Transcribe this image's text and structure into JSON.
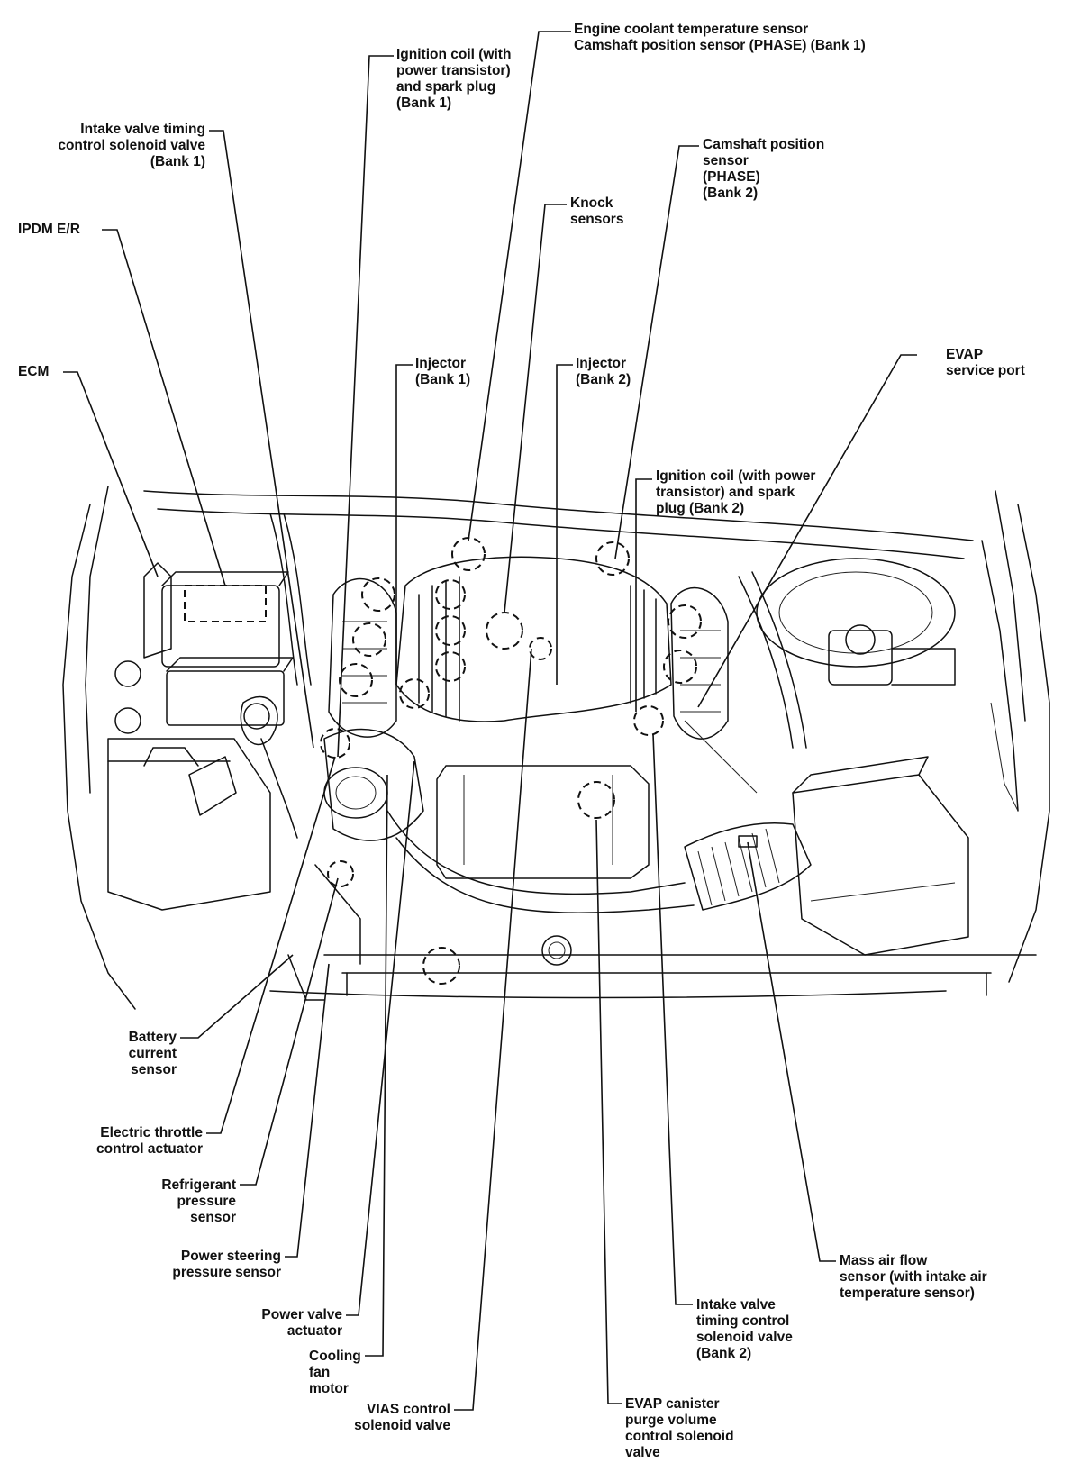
{
  "labels": {
    "ect": "Engine coolant temperature sensor\nCamshaft position sensor (PHASE) (Bank 1)",
    "ign1": "Ignition coil (with\npower transistor)\nand spark plug\n(Bank 1)",
    "ivt1": "Intake valve timing\ncontrol solenoid valve\n(Bank 1)",
    "cmp2": "Camshaft position\nsensor\n(PHASE)\n(Bank 2)",
    "knock": "Knock\nsensors",
    "ipdm": "IPDM E/R",
    "ecm": "ECM",
    "inj1": "Injector\n(Bank 1)",
    "inj2": "Injector\n(Bank 2)",
    "evap_port": "EVAP\nservice port",
    "ign2": "Ignition coil (with power\ntransistor) and spark\nplug (Bank 2)",
    "battery": "Battery\ncurrent\nsensor",
    "throttle": "Electric throttle\ncontrol actuator",
    "refrig": "Refrigerant\npressure\nsensor",
    "ps": "Power steering\npressure sensor",
    "pva": "Power valve\nactuator",
    "fan": "Cooling\nfan\nmotor",
    "vias": "VIAS control\nsolenoid valve",
    "evap_purge": "EVAP canister\npurge volume\ncontrol solenoid\nvalve",
    "ivt2": "Intake valve\ntiming control\nsolenoid valve\n(Bank 2)",
    "maf": "Mass air flow\nsensor (with intake air\ntemperature sensor)"
  }
}
